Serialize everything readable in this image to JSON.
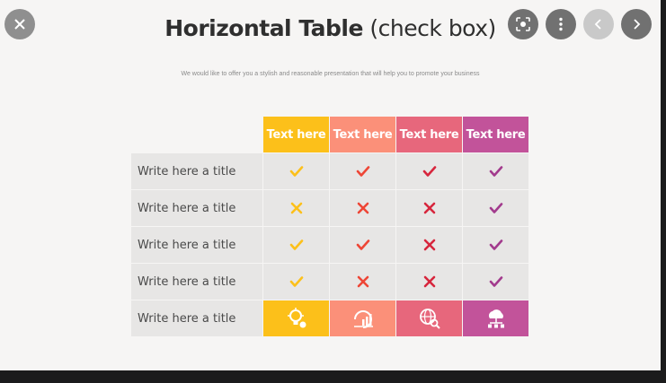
{
  "overlay": {
    "close_icon": "close-icon",
    "lens_icon": "lens-icon",
    "more_icon": "more-vertical-icon",
    "prev_icon": "chevron-left-icon",
    "next_icon": "chevron-right-icon"
  },
  "slide": {
    "title_bold": "Horizontal Table",
    "title_light": "(check box)",
    "subtitle": "We would like to offer you a stylish and reasonable presentation that will help you to promote your business"
  },
  "table": {
    "headers": [
      "Text here",
      "Text here",
      "Text here",
      "Text here"
    ],
    "header_colors": [
      "#fcc01a",
      "#fb9079",
      "#e7677c",
      "#c2539a"
    ],
    "mark_colors": [
      "#fcc01a",
      "#ee4636",
      "#d7263d",
      "#a23a8d"
    ],
    "rows": [
      {
        "title": "Write here a title",
        "marks": [
          "check",
          "check",
          "check",
          "check"
        ]
      },
      {
        "title": "Write here a title",
        "marks": [
          "cross",
          "cross",
          "cross",
          "check"
        ]
      },
      {
        "title": "Write here a title",
        "marks": [
          "check",
          "check",
          "cross",
          "check"
        ]
      },
      {
        "title": "Write here a title",
        "marks": [
          "check",
          "cross",
          "cross",
          "check"
        ]
      }
    ],
    "last_row": {
      "title": "Write here a title",
      "icons": [
        "idea-icon",
        "chart-icon",
        "global-search-icon",
        "cloud-network-icon"
      ]
    }
  }
}
